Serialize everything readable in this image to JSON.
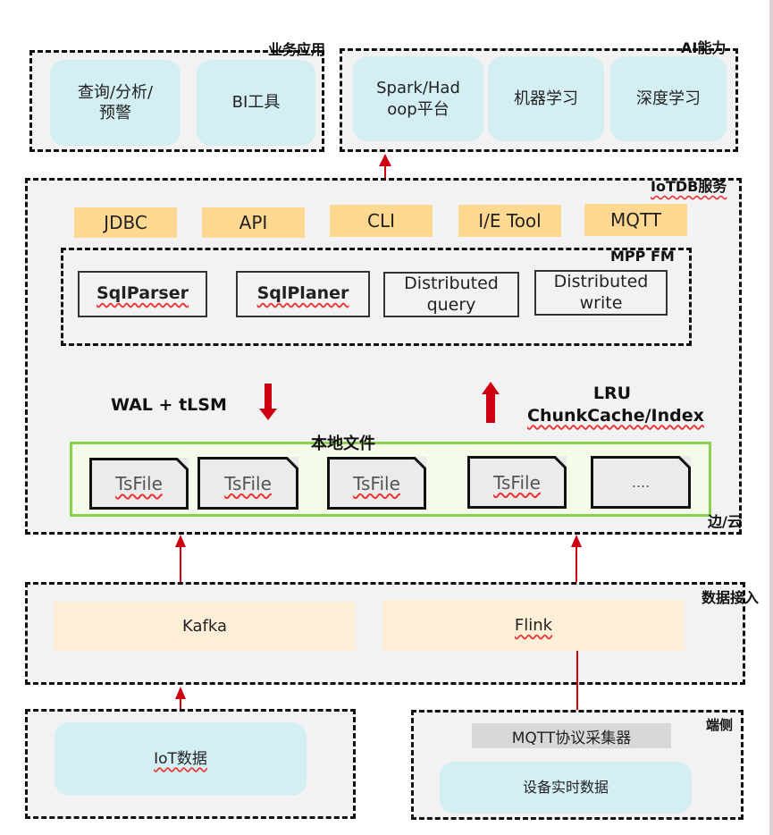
{
  "title": "IoTDB 架构图",
  "colors": {
    "group_border": "#111111",
    "group_bg": "#f2f2f2",
    "cyan_box": "#d4eff4",
    "orange_box": "#ffd992",
    "peach_box": "#fdefd7",
    "green_border": "#8cd050",
    "green_bg": "#f4fbe9",
    "arrow_red": "#cc0011"
  },
  "business_apps": {
    "label": "业务应用",
    "items": [
      {
        "line1": "查询/分析/",
        "line2": "预警"
      },
      {
        "line1": "BI工具",
        "line2": ""
      }
    ]
  },
  "ai_capability": {
    "label": "AI能力",
    "items": [
      {
        "line1": "Spark/Had",
        "line2": "oop平台"
      },
      {
        "line1": "机器学习",
        "line2": ""
      },
      {
        "line1": "深度学习",
        "line2": ""
      }
    ]
  },
  "iotdb_service": {
    "label": "IoTDB服务",
    "interfaces": [
      "JDBC",
      "API",
      "CLI",
      "I/E Tool",
      "MQTT"
    ],
    "mpp": {
      "label": "MPP FM",
      "modules": [
        {
          "line1": "SqlParser",
          "line2": ""
        },
        {
          "line1": "SqlPlaner",
          "line2": ""
        },
        {
          "line1": "Distributed",
          "line2": "query"
        },
        {
          "line1": "Distributed",
          "line2": "write"
        }
      ]
    },
    "write_path_label": "WAL + tLSM",
    "read_path_label_line1": "LRU",
    "read_path_label_line2": "ChunkCache/Index",
    "local_files": {
      "label": "本地文件",
      "files": [
        "TsFile",
        "TsFile",
        "TsFile",
        "TsFile",
        "...."
      ]
    },
    "edge_cloud_label": "边/云"
  },
  "data_ingestion": {
    "label": "数据接入",
    "items": [
      "Kafka",
      "Flink"
    ]
  },
  "iot_source": {
    "item": "IoT数据"
  },
  "edge_side": {
    "label": "端侧",
    "collector": "MQTT协议采集器",
    "device_data": "设备实时数据"
  }
}
